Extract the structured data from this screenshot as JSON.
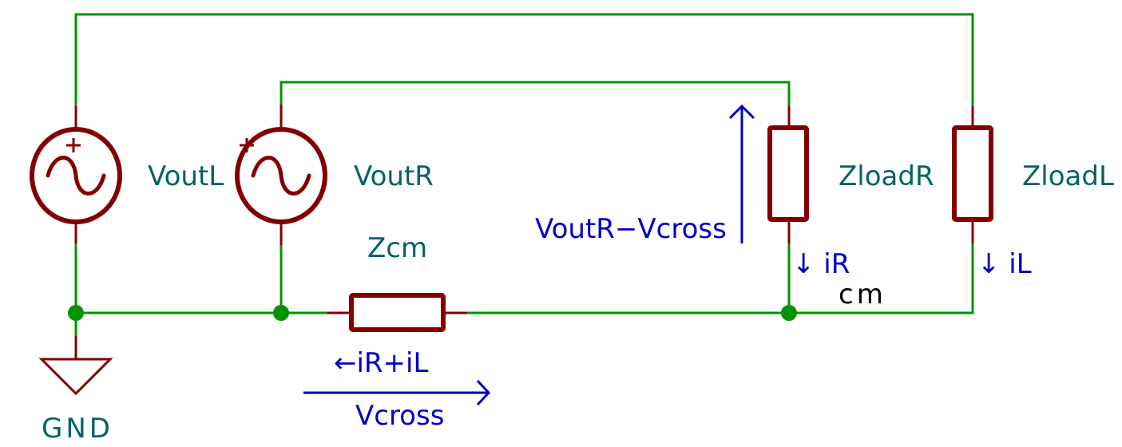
{
  "diagram": {
    "type": "circuit-schematic",
    "colors": {
      "wire": "#009400",
      "component": "#840000",
      "reference_text": "#006464",
      "annotation": "#0000c2",
      "net_label": "#000000",
      "junction": "#009400"
    },
    "components": [
      {
        "id": "voutL",
        "kind": "ac-voltage-source",
        "label": "VoutL",
        "polarity": "+"
      },
      {
        "id": "voutR",
        "kind": "ac-voltage-source",
        "label": "VoutR",
        "polarity": "+"
      },
      {
        "id": "zcm",
        "kind": "impedance",
        "label": "Zcm"
      },
      {
        "id": "zloadR",
        "kind": "impedance",
        "label": "ZloadR"
      },
      {
        "id": "zloadL",
        "kind": "impedance",
        "label": "ZloadL"
      },
      {
        "id": "gnd",
        "kind": "ground",
        "label": "GND"
      }
    ],
    "net_labels": [
      {
        "id": "cm",
        "label": "cm"
      }
    ],
    "annotations": {
      "iR": "↓ iR",
      "iL": "↓ iL",
      "cm_current": "←iR+iL",
      "vcross": "Vcross",
      "vdiff": "VoutR−Vcross"
    }
  }
}
